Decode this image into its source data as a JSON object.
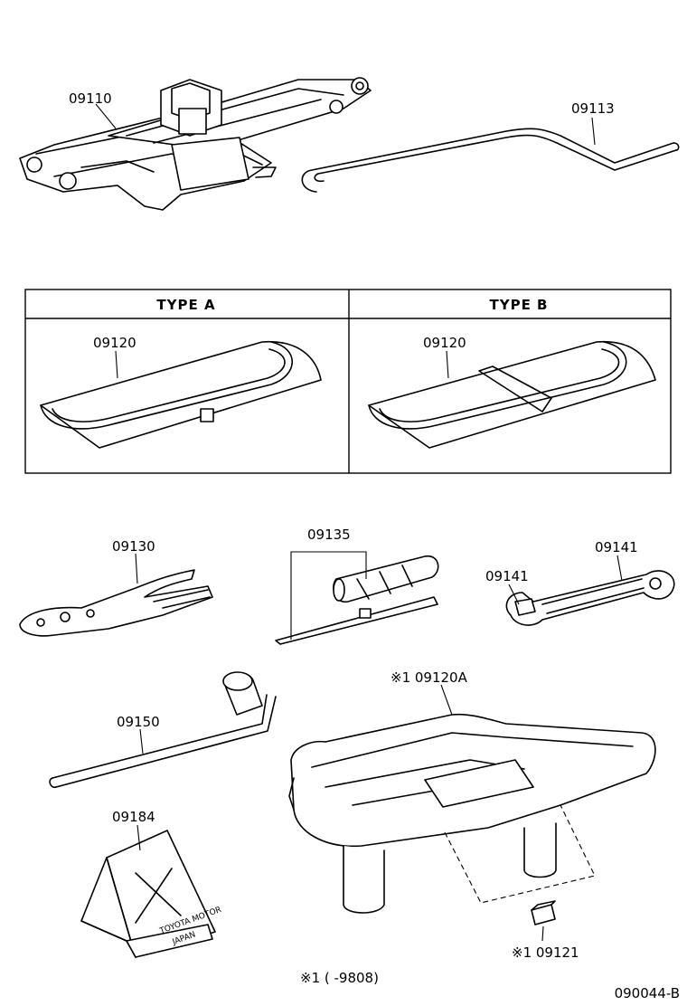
{
  "diagram_id": "090044-B",
  "type_a_label": "TYPE  A",
  "type_b_label": "TYPE  B",
  "parts": {
    "jack": "09110",
    "jack_handle": "09113",
    "tool_bag_a": "09120",
    "tool_bag_b": "09120",
    "pliers": "09130",
    "screwdriver": "09135",
    "wrench_left": "09141",
    "wrench_right": "09141",
    "lug_wrench": "09150",
    "chock": "09184",
    "tray": "※1 09120A",
    "clip": "※1 09121"
  },
  "footnote": "※1 (       -9808)",
  "chock_text": [
    "TOYOTA MOTOR",
    "JAPAN"
  ]
}
